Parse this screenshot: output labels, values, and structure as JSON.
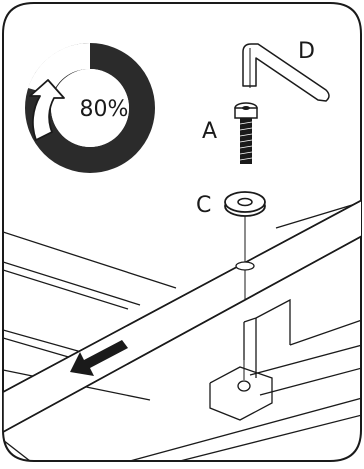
{
  "progress": {
    "label": "80%",
    "value": 0.8
  },
  "parts": {
    "a": "A",
    "c": "C",
    "d": "D"
  },
  "icons": {
    "progress": "circular-arrow-progress-icon",
    "direction": "direction-arrow-icon"
  },
  "colors": {
    "ink": "#1a1a1a",
    "ring_dark": "#2b2b2b",
    "paper": "#ffffff"
  }
}
